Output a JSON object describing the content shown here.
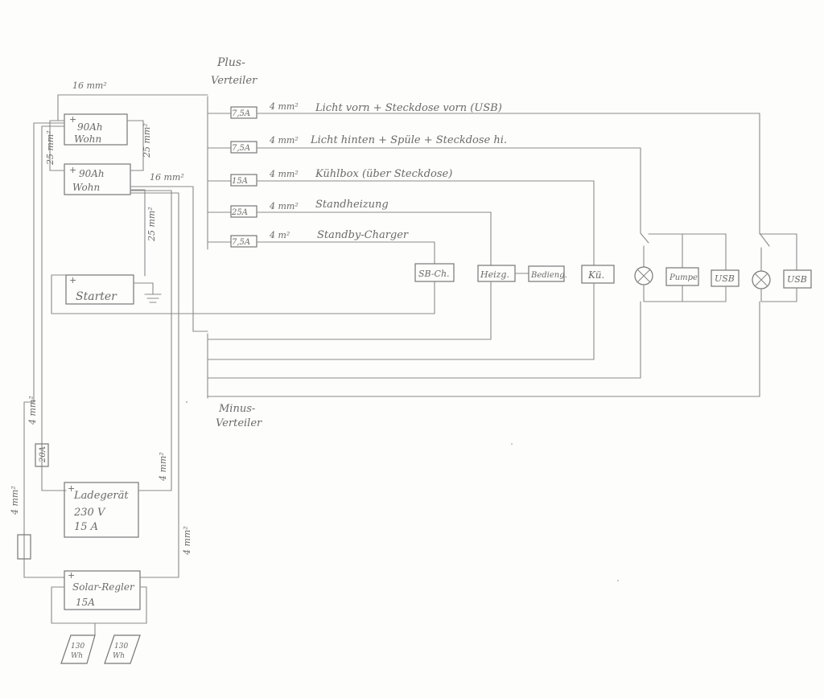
{
  "labels": {
    "plus_1": "Plus-",
    "plus_2": "Verteiler",
    "minus_1": "Minus-",
    "minus_2": "Verteiler"
  },
  "wires": {
    "w16_top": "16 mm²",
    "w16_right": "16 mm²",
    "w25_left": "25 mm²",
    "w25_right": "25 mm²",
    "w25_starter": "25 mm²",
    "w4_fuse": "4 mm²",
    "w4_charger": "4 mm²",
    "w4_solar": "4 mm²",
    "w4_regulator": "4 mm²"
  },
  "fuses": {
    "f20": "20A"
  },
  "circuits": [
    {
      "fuse": "7,5A",
      "wire": "4 mm²",
      "name": "Licht vorn + Steckdose vorn (USB)"
    },
    {
      "fuse": "7,5A",
      "wire": "4 mm²",
      "name": "Licht hinten + Spüle + Steckdose hi."
    },
    {
      "fuse": "15A",
      "wire": "4 mm²",
      "name": "Kühlbox (über Steckdose)"
    },
    {
      "fuse": "25A",
      "wire": "4 mm²",
      "name": "Standheizung"
    },
    {
      "fuse": "7,5A",
      "wire": "4 m²",
      "name": "Standby-Charger"
    }
  ],
  "consumers": {
    "sb_ch": "SB-Ch.",
    "heizung": "Heizg.",
    "bedienung": "Bedieng.",
    "kuehl": "Kü.",
    "pumpe": "Pumpe",
    "usb_rear": "USB",
    "usb_front": "USB"
  },
  "marks": {
    "plus": "+"
  },
  "batteries": {
    "b1": {
      "capacity": "90Ah",
      "name": "Wohn"
    },
    "b2": {
      "capacity": "90Ah",
      "name": "Wohn"
    },
    "starter": "Starter"
  },
  "charger": {
    "name": "Ladegerät",
    "voltage": "230 V",
    "current": "15 A"
  },
  "regulator": {
    "name": "Solar-Regler",
    "current": "15A"
  },
  "panels": [
    {
      "power": "130",
      "unit": "Wh"
    },
    {
      "power": "130",
      "unit": "Wh"
    }
  ]
}
